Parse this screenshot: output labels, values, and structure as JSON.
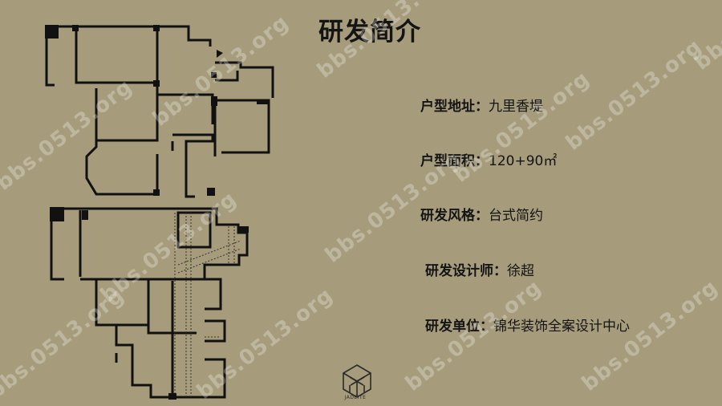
{
  "title": "研发简介",
  "info": [
    {
      "label": "户型地址：",
      "value": "九里香堤"
    },
    {
      "label": "户型面积：",
      "value": "120+90㎡"
    },
    {
      "label": "研发风格：",
      "value": "台式简约"
    },
    {
      "label": "研发设计师：",
      "value": "徐超"
    },
    {
      "label": "研发单位：",
      "value": "锦华装饰全案设计中心"
    }
  ],
  "logo": {
    "text": "JADEITE"
  },
  "watermark": "bbs.0513.org",
  "colors": {
    "background": "#a69b7b",
    "ink": "#141414"
  }
}
